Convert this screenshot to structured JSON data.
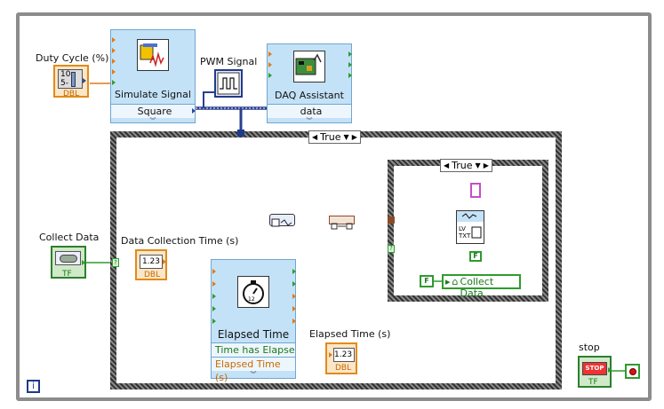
{
  "labels": {
    "duty_cycle": "Duty Cycle (%)",
    "pwm_signal": "PWM Signal",
    "collect_data": "Collect Data",
    "data_collection_time": "Data Collection Time (s)",
    "elapsed_time_indicator": "Elapsed Time (s)",
    "stop": "stop"
  },
  "simulate_signal": {
    "title": "Simulate Signal",
    "terminal": "Square"
  },
  "daq_assistant": {
    "title": "DAQ Assistant",
    "terminal": "data"
  },
  "elapsed_time_vi": {
    "title": "Elapsed Time",
    "term1": "Time has Elapse",
    "term2": "Elapsed Time (s)"
  },
  "case_outer": {
    "selector": "True"
  },
  "case_inner": {
    "selector": "True"
  },
  "local_variable": {
    "bool_const": "F",
    "label": "Collect Data"
  },
  "false_constant": "F",
  "numeric_badges": {
    "dbl": "DBL",
    "tf": "TF",
    "n123": "1.23",
    "stop_text": "STOP"
  },
  "loop_iteration": "i"
}
